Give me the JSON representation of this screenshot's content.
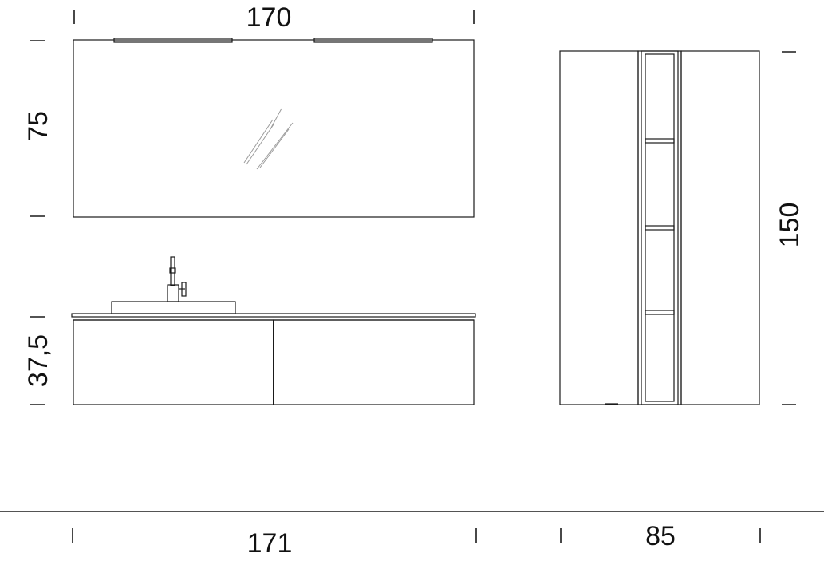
{
  "colors": {
    "line": "#1a1a1a",
    "background": "#ffffff",
    "reflection": "#9a9a9a"
  },
  "dimensions": {
    "mirror_width": "170",
    "mirror_height": "75",
    "vanity_height": "37,5",
    "vanity_width": "171",
    "column_height": "150",
    "column_width": "85"
  }
}
